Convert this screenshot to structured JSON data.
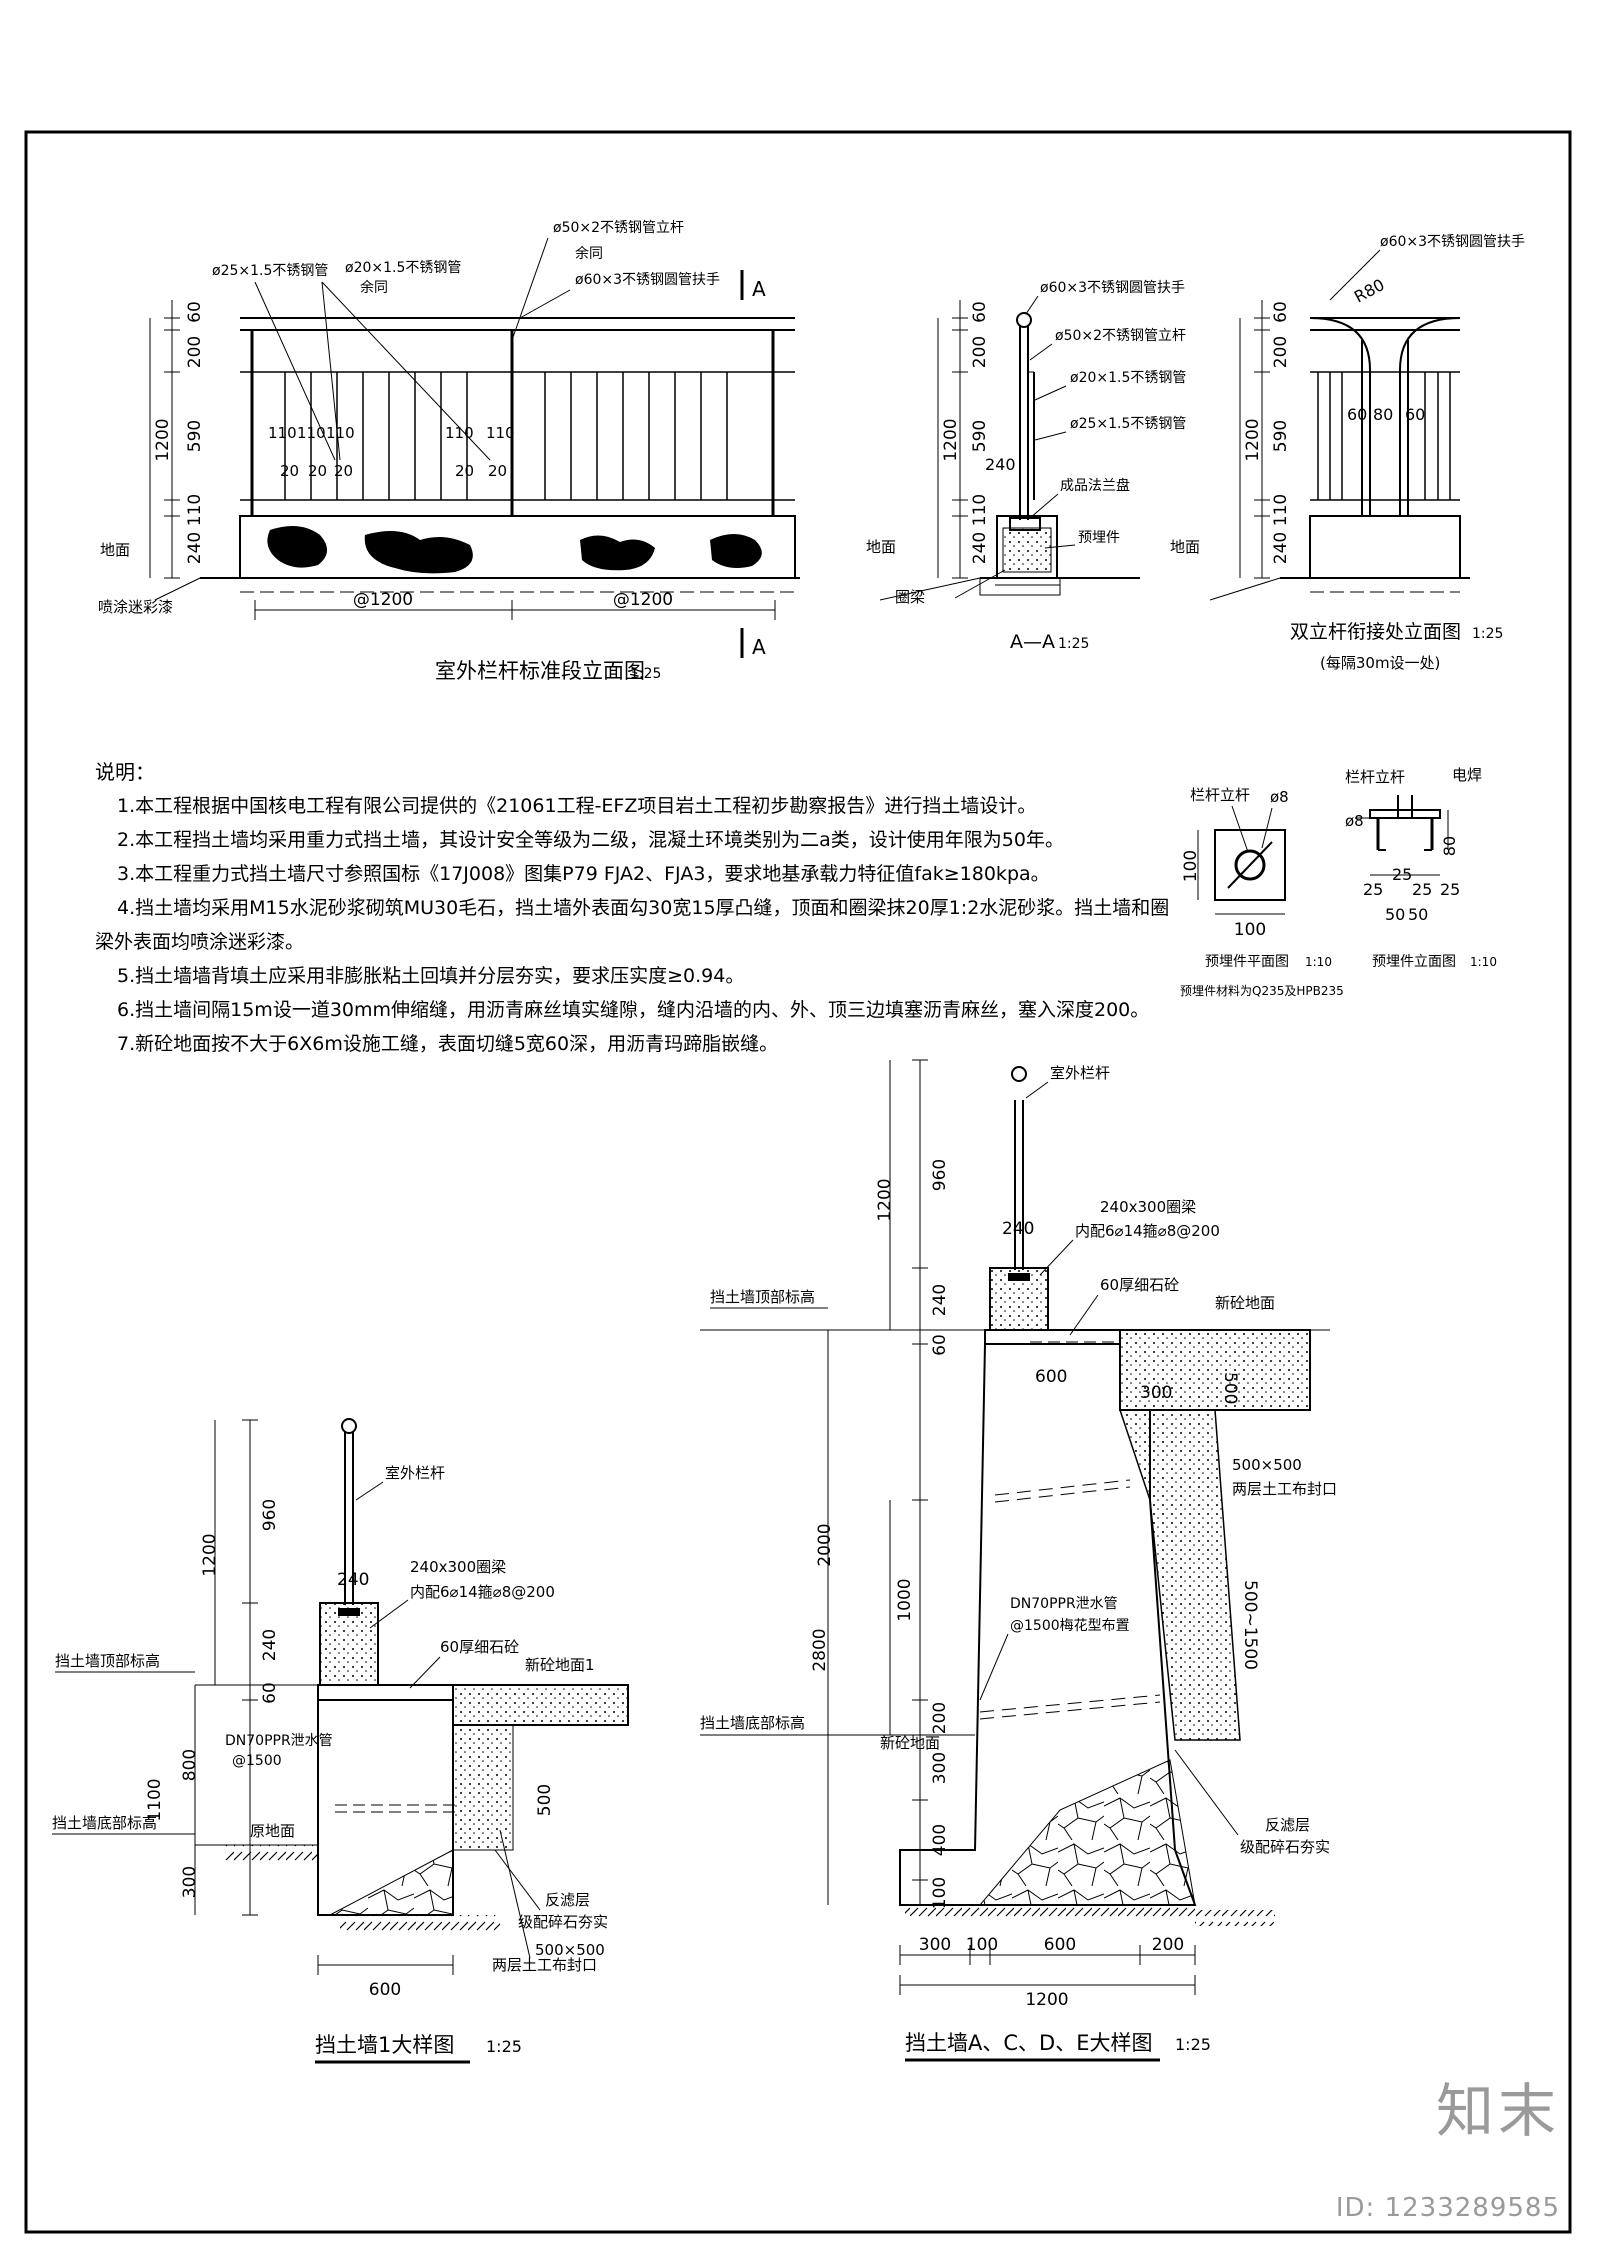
{
  "notes": {
    "title": "说明：",
    "lines": [
      "1.本工程根据中国核电工程有限公司提供的《21061工程-EFZ项目岩土工程初步勘察报告》进行挡土墙设计。",
      "2.本工程挡土墙均采用重力式挡土墙，其设计安全等级为二级，混凝土环境类别为二a类，设计使用年限为50年。",
      "3.本工程重力式挡土墙尺寸参照国标《17J008》图集P79 FJA2、FJA3，要求地基承载力特征值fak≥180kpa。",
      "4.挡土墙均采用M15水泥砂浆砌筑MU30毛石，挡土墙外表面勾30宽15厚凸缝，顶面和圈梁抹20厚1:2水泥砂浆。挡土墙和圈",
      "梁外表面均喷涂迷彩漆。",
      "5.挡土墙墙背填土应采用非膨胀粘土回填并分层夯实，要求压实度≥0.94。",
      "6.挡土墙间隔15m设一道30mm伸缩缝，用沥青麻丝填实缝隙，缝内沿墙的内、外、顶三边填塞沥青麻丝，塞入深度200。",
      "7.新砼地面按不大于6X6m设施工缝，表面切缝5宽60深，用沥青玛蹄脂嵌缝。"
    ]
  },
  "elevation": {
    "title": "室外栏杆标准段立面图",
    "scale": "1:25",
    "labels": {
      "post": "ø50×2不锈钢管立杆",
      "same1": "余同",
      "handrail": "ø60×3不锈钢圆管扶手",
      "pipe25": "ø25×1.5不锈钢管",
      "pipe20": "ø20×1.5不锈钢管",
      "same2": "余同",
      "ground": "地面",
      "paint": "喷涂迷彩漆",
      "section_a": "A"
    },
    "dims_v": [
      "60",
      "200",
      "590",
      "110",
      "240",
      "1200"
    ],
    "dims_spacing": [
      "110",
      "110",
      "110",
      "110",
      "110"
    ],
    "dims_small": [
      "20",
      "20",
      "20",
      "20",
      "20"
    ],
    "bay1": "@1200",
    "bay2": "@1200"
  },
  "section_aa": {
    "title": "A—A",
    "scale": "1:25",
    "labels": {
      "handrail": "ø60×3不锈钢圆管扶手",
      "post": "ø50×2不锈钢管立杆",
      "pipe20": "ø20×1.5不锈钢管",
      "pipe25": "ø25×1.5不锈钢管",
      "flange": "成品法兰盘",
      "embed": "预埋件",
      "ground": "地面",
      "beam": "圈梁",
      "w240": "240"
    },
    "dims_v": [
      "60",
      "200",
      "590",
      "110",
      "240",
      "1200"
    ]
  },
  "double_post": {
    "title": "双立杆衔接处立面图",
    "scale": "1:25",
    "subtitle": "(每隔30m设一处)",
    "labels": {
      "handrail": "ø60×3不锈钢圆管扶手",
      "r80": "R80",
      "ground": "地面",
      "d1": "60",
      "d2": "80",
      "d3": "60"
    },
    "dims_v": [
      "60",
      "200",
      "590",
      "110",
      "240",
      "1200"
    ]
  },
  "embed_plan": {
    "title": "预埋件平面图",
    "scale": "1:10",
    "labels": {
      "post": "栏杆立杆",
      "rebar": "ø8",
      "w": "100",
      "h": "100"
    },
    "material": "预埋件材料为Q235及HPB235"
  },
  "embed_elev": {
    "title": "预埋件立面图",
    "scale": "1:10",
    "labels": {
      "post": "栏杆立杆",
      "weld": "电焊",
      "rebar": "ø8",
      "h80": "80",
      "d1": "25",
      "d2": "25",
      "d3": "25",
      "d4": "25",
      "w1": "50",
      "w2": "50"
    }
  },
  "wall1": {
    "title": "挡土墙1大样图",
    "scale": "1:25",
    "labels": {
      "railing": "室外栏杆",
      "beam": "240x300圈梁",
      "rebar": "内配6⌀14箍⌀8@200",
      "fine": "60厚细石砼",
      "newground": "新砼地面1",
      "top": "挡土墙顶部标高",
      "pipe": "DN70PPR泄水管",
      "pipe_sp": "@1500",
      "orig": "原地面",
      "bottom": "挡土墙底部标高",
      "filter": "反滤层",
      "gravel": "级配碎石夯实",
      "size": "500×500",
      "geotext": "两层土工布封口",
      "w240": "240",
      "w600": "600",
      "d500": "500"
    },
    "dims_v": [
      "960",
      "1200",
      "240",
      "60",
      "800",
      "1100",
      "300"
    ]
  },
  "wall_acde": {
    "title": "挡土墙A、C、D、E大样图",
    "scale": "1:25",
    "labels": {
      "railing": "室外栏杆",
      "beam": "240x300圈梁",
      "rebar": "内配6⌀14箍⌀8@200",
      "fine": "60厚细石砼",
      "newground_top": "新砼地面",
      "top": "挡土墙顶部标高",
      "pipe": "DN70PPR泄水管",
      "pipe_sp": "@1500梅花型布置",
      "size": "500×500",
      "geotext": "两层土工布封口",
      "newground": "新砼地面",
      "bottom": "挡土墙底部标高",
      "filter": "反滤层",
      "gravel": "级配碎石夯实",
      "w240": "240",
      "w600top": "600",
      "w300": "300",
      "d500": "500",
      "d500_1500": "500~1500"
    },
    "dims_v": [
      "960",
      "1200",
      "240",
      "60",
      "2000",
      "2800",
      "1000",
      "200",
      "300",
      "400",
      "100"
    ],
    "dims_h": [
      "300",
      "100",
      "600",
      "200"
    ],
    "total": "1200"
  },
  "watermark": {
    "brand": "知末",
    "id": "ID: 1233289585"
  }
}
